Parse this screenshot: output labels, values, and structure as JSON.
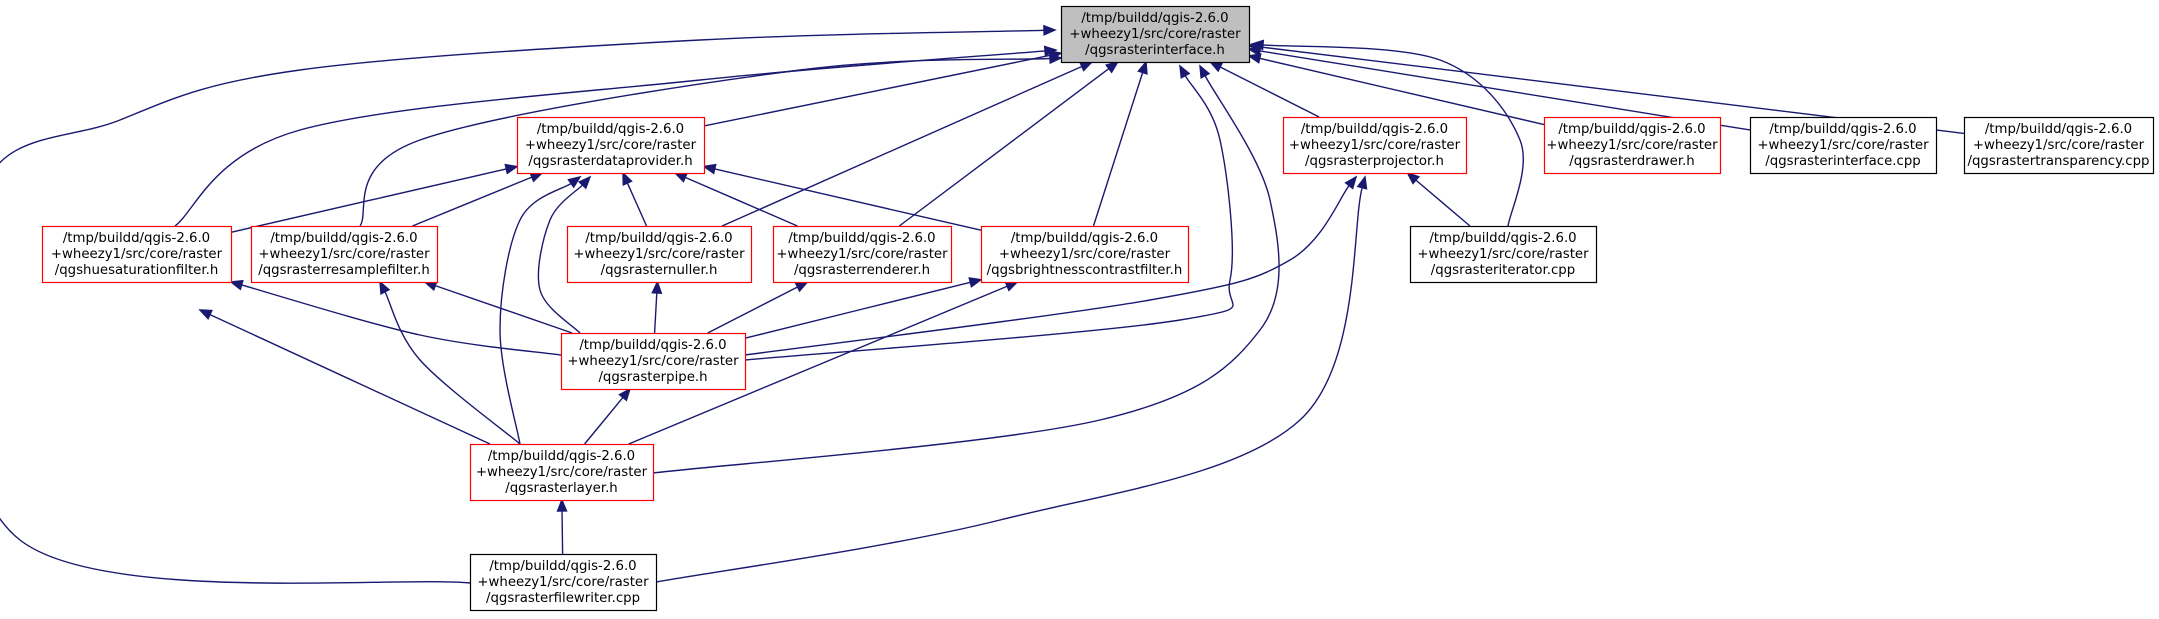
{
  "colors": {
    "edge": "#191970",
    "focus_fill": "#bfbfbf",
    "focus_border": "#000000",
    "incomplete_border": "#ff0000",
    "complete_border": "#000000",
    "node_fill": "#ffffff"
  },
  "nodes": [
    {
      "id": "qgsrasterinterface_h",
      "style": "focus",
      "lines": [
        "/tmp/buildd/qgis-2.6.0",
        "+wheezy1/src/core/raster",
        "/qgsrasterinterface.h"
      ]
    },
    {
      "id": "qgsrasterdataprovider_h",
      "style": "incomplete",
      "lines": [
        "/tmp/buildd/qgis-2.6.0",
        "+wheezy1/src/core/raster",
        "/qgsrasterdataprovider.h"
      ]
    },
    {
      "id": "qgsrasterprojector_h",
      "style": "incomplete",
      "lines": [
        "/tmp/buildd/qgis-2.6.0",
        "+wheezy1/src/core/raster",
        "/qgsrasterprojector.h"
      ]
    },
    {
      "id": "qgsrasterdrawer_h",
      "style": "incomplete",
      "lines": [
        "/tmp/buildd/qgis-2.6.0",
        "+wheezy1/src/core/raster",
        "/qgsrasterdrawer.h"
      ]
    },
    {
      "id": "qgsrasterinterface_cpp",
      "style": "complete",
      "lines": [
        "/tmp/buildd/qgis-2.6.0",
        "+wheezy1/src/core/raster",
        "/qgsrasterinterface.cpp"
      ]
    },
    {
      "id": "qgsrastertransparency_cpp",
      "style": "complete",
      "lines": [
        "/tmp/buildd/qgis-2.6.0",
        "+wheezy1/src/core/raster",
        "/qgsrastertransparency.cpp"
      ]
    },
    {
      "id": "qgshuesaturationfilter_h",
      "style": "incomplete",
      "lines": [
        "/tmp/buildd/qgis-2.6.0",
        "+wheezy1/src/core/raster",
        "/qgshuesaturationfilter.h"
      ]
    },
    {
      "id": "qgsrasterresamplefilter_h",
      "style": "incomplete",
      "lines": [
        "/tmp/buildd/qgis-2.6.0",
        "+wheezy1/src/core/raster",
        "/qgsrasterresamplefilter.h"
      ]
    },
    {
      "id": "qgsrasternuller_h",
      "style": "incomplete",
      "lines": [
        "/tmp/buildd/qgis-2.6.0",
        "+wheezy1/src/core/raster",
        "/qgsrasternuller.h"
      ]
    },
    {
      "id": "qgsrasterrenderer_h",
      "style": "incomplete",
      "lines": [
        "/tmp/buildd/qgis-2.6.0",
        "+wheezy1/src/core/raster",
        "/qgsrasterrenderer.h"
      ]
    },
    {
      "id": "qgsbrightnesscontrastfilter_h",
      "style": "incomplete",
      "lines": [
        "/tmp/buildd/qgis-2.6.0",
        "+wheezy1/src/core/raster",
        "/qgsbrightnesscontrastfilter.h"
      ]
    },
    {
      "id": "qgsrasteriterator_cpp",
      "style": "complete",
      "lines": [
        "/tmp/buildd/qgis-2.6.0",
        "+wheezy1/src/core/raster",
        "/qgsrasteriterator.cpp"
      ]
    },
    {
      "id": "qgsrasterpipe_h",
      "style": "incomplete",
      "lines": [
        "/tmp/buildd/qgis-2.6.0",
        "+wheezy1/src/core/raster",
        "/qgsrasterpipe.h"
      ]
    },
    {
      "id": "qgsrasterlayer_h",
      "style": "incomplete",
      "lines": [
        "/tmp/buildd/qgis-2.6.0",
        "+wheezy1/src/core/raster",
        "/qgsrasterlayer.h"
      ]
    },
    {
      "id": "qgsrasterfilewriter_cpp",
      "style": "complete",
      "lines": [
        "/tmp/buildd/qgis-2.6.0",
        "+wheezy1/src/core/raster",
        "/qgsrasterfilewriter.cpp"
      ]
    }
  ],
  "edges": [
    {
      "from": "qgsrasterdataprovider_h",
      "to": "qgsrasterinterface_h"
    },
    {
      "from": "qgshuesaturationfilter_h",
      "to": "qgsrasterinterface_h"
    },
    {
      "from": "qgsrasterresamplefilter_h",
      "to": "qgsrasterinterface_h"
    },
    {
      "from": "qgsrasternuller_h",
      "to": "qgsrasterinterface_h"
    },
    {
      "from": "qgsrasterrenderer_h",
      "to": "qgsrasterinterface_h"
    },
    {
      "from": "qgsbrightnesscontrastfilter_h",
      "to": "qgsrasterinterface_h"
    },
    {
      "from": "qgsrasterpipe_h",
      "to": "qgsrasterinterface_h"
    },
    {
      "from": "qgsrasterlayer_h",
      "to": "qgsrasterinterface_h"
    },
    {
      "from": "qgsrasterfilewriter_cpp",
      "to": "qgsrasterinterface_h"
    },
    {
      "from": "qgsrasterprojector_h",
      "to": "qgsrasterinterface_h"
    },
    {
      "from": "qgsrasteriterator_cpp",
      "to": "qgsrasterinterface_h"
    },
    {
      "from": "qgsrasterdrawer_h",
      "to": "qgsrasterinterface_h"
    },
    {
      "from": "qgsrasterinterface_cpp",
      "to": "qgsrasterinterface_h"
    },
    {
      "from": "qgsrastertransparency_cpp",
      "to": "qgsrasterinterface_h"
    },
    {
      "from": "qgshuesaturationfilter_h",
      "to": "qgsrasterdataprovider_h"
    },
    {
      "from": "qgsrasterresamplefilter_h",
      "to": "qgsrasterdataprovider_h"
    },
    {
      "from": "qgsrasternuller_h",
      "to": "qgsrasterdataprovider_h"
    },
    {
      "from": "qgsrasterrenderer_h",
      "to": "qgsrasterdataprovider_h"
    },
    {
      "from": "qgsbrightnesscontrastfilter_h",
      "to": "qgsrasterdataprovider_h"
    },
    {
      "from": "qgsrasterpipe_h",
      "to": "qgsrasterdataprovider_h"
    },
    {
      "from": "qgsrasterlayer_h",
      "to": "qgsrasterdataprovider_h"
    },
    {
      "from": "qgsrasteriterator_cpp",
      "to": "qgsrasterprojector_h"
    },
    {
      "from": "qgsrasterpipe_h",
      "to": "qgsrasterprojector_h"
    },
    {
      "from": "qgsrasterfilewriter_cpp",
      "to": "qgsrasterprojector_h"
    },
    {
      "from": "qgsrasterpipe_h",
      "to": "qgshuesaturationfilter_h"
    },
    {
      "from": "qgsrasterlayer_h",
      "to": "qgshuesaturationfilter_h"
    },
    {
      "from": "qgsrasterpipe_h",
      "to": "qgsrasterresamplefilter_h"
    },
    {
      "from": "qgsrasterlayer_h",
      "to": "qgsrasterresamplefilter_h"
    },
    {
      "from": "qgsrasterpipe_h",
      "to": "qgsrasternuller_h"
    },
    {
      "from": "qgsrasterpipe_h",
      "to": "qgsrasterrenderer_h"
    },
    {
      "from": "qgsrasterpipe_h",
      "to": "qgsbrightnesscontrastfilter_h"
    },
    {
      "from": "qgsrasterlayer_h",
      "to": "qgsbrightnesscontrastfilter_h"
    },
    {
      "from": "qgsrasterlayer_h",
      "to": "qgsrasterpipe_h"
    },
    {
      "from": "qgsrasterfilewriter_cpp",
      "to": "qgsrasterlayer_h"
    }
  ]
}
